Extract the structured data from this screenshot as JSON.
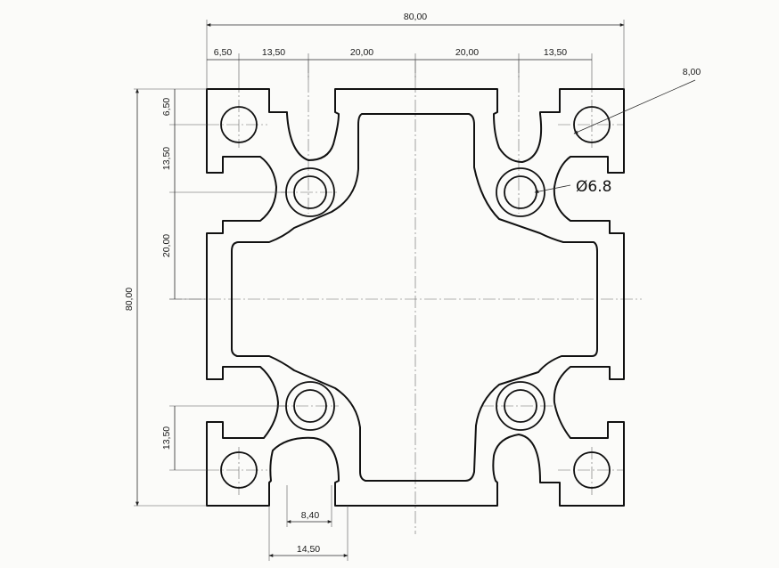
{
  "drawing": {
    "overall_width": "80,00",
    "overall_height": "80,00",
    "top_segments": [
      "6,50",
      "13,50",
      "20,00",
      "20,00",
      "13,50"
    ],
    "left_segments": [
      "6,50",
      "13,50",
      "20,00"
    ],
    "left_bottom": "13,50",
    "hole_diameter_label": "8,00",
    "center_bore_label": "Ø6.8",
    "slot_opening": "8,40",
    "slot_width": "14,50"
  }
}
